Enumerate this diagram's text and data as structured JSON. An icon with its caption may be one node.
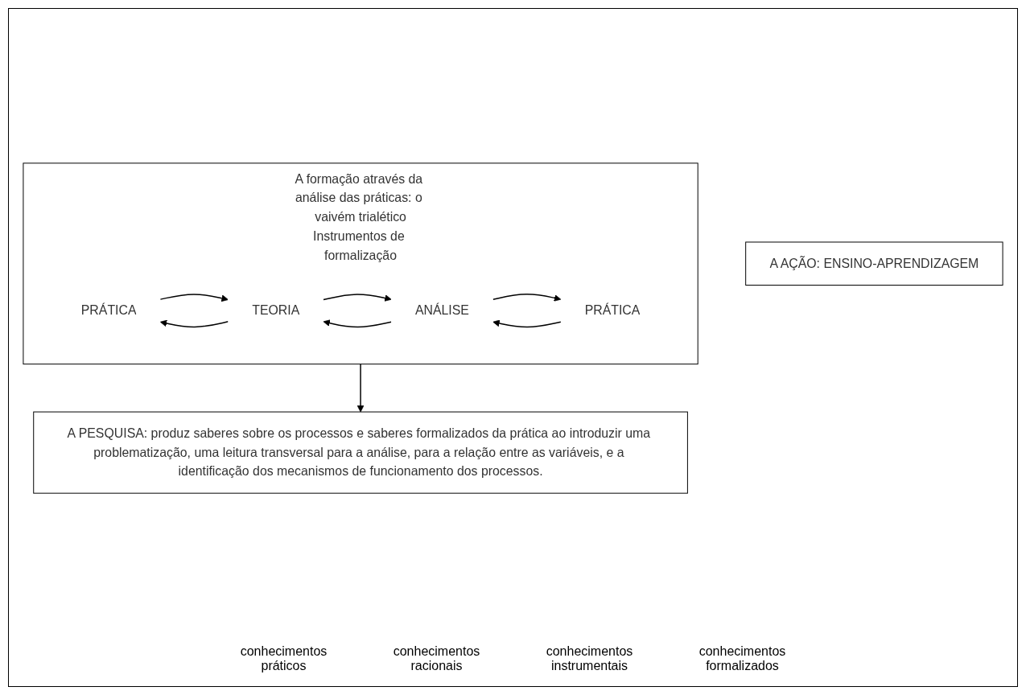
{
  "diagram": {
    "nodes": [
      {
        "text": [
          "A AÇÃO: ENSINO-APRENDIZAGEM"
        ]
      },
      {
        "text": [
          "A formação através da análise das práticas: o vaivém trialético",
          "Instrumentos de formalização"
        ]
      },
      {
        "text": [
          "PRÁTICA"
        ],
        "in": 1
      },
      {
        "text": [
          "TEORIA"
        ],
        "in": 1
      },
      {
        "text": [
          "ANÁLISE"
        ],
        "in": 1
      },
      {
        "text": [
          "PRÁTICA"
        ],
        "in": 1
      },
      {
        "text": [
          "A PESQUISA: produz saberes sobre os processos e saberes formalizados da prática ao introduzir uma problematização, uma leitura transversal para a análise, para a relação entre as variáveis, e a identificação dos mecanismos de funcionamento dos processos."
        ]
      }
    ],
    "edges": [
      {
        "from": 2,
        "to": 3,
        "arrow": "to"
      },
      {
        "from": 3,
        "to": 4,
        "arrow": "to"
      },
      {
        "from": 4,
        "to": 5,
        "arrow": "to"
      },
      {
        "from": 3,
        "to": 2,
        "arrow": "to"
      },
      {
        "from": 4,
        "to": 3,
        "arrow": "to"
      },
      {
        "from": 5,
        "to": 4,
        "arrow": "to"
      },
      {
        "from": 1,
        "to": 6,
        "arrow": "to"
      }
    ],
    "labels": [
      "conhecimentos práticos",
      "conhecimentos racionais",
      "conhecimentos instrumentais",
      "conhecimentos formalizados"
    ]
  }
}
